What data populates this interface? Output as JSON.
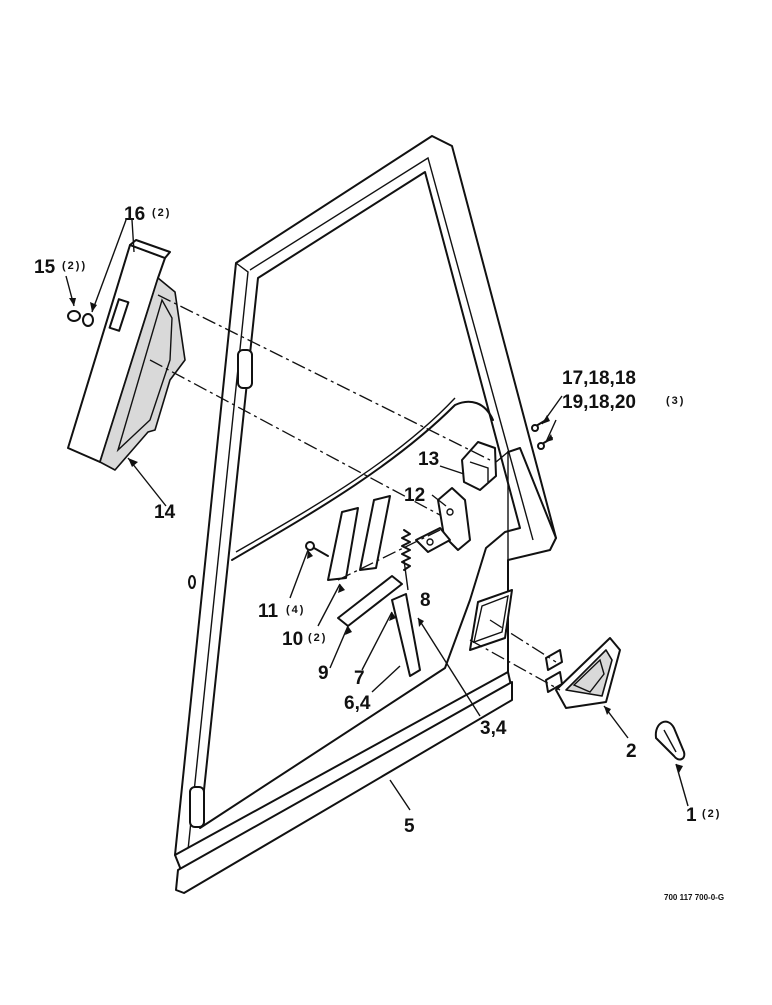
{
  "labels": {
    "p1": "1",
    "p1_qty": "(2)",
    "p2": "2",
    "p3_4": "3,4",
    "p5": "5",
    "p6_4": "6,4",
    "p7": "7",
    "p8": "8",
    "p9": "9",
    "p10": "10",
    "p10_qty": "(2)",
    "p11": "11",
    "p11_qty": "(4)",
    "p12": "12",
    "p13": "13",
    "p14": "14",
    "p15": "15",
    "p15_qty": "(2))",
    "p16": "16",
    "p16_qty": "(2)",
    "p17_line": "17,18,18",
    "p19_line": "19,18,20",
    "p19_qty": "(3)"
  },
  "drawing_code": "700 117 700-0-G"
}
